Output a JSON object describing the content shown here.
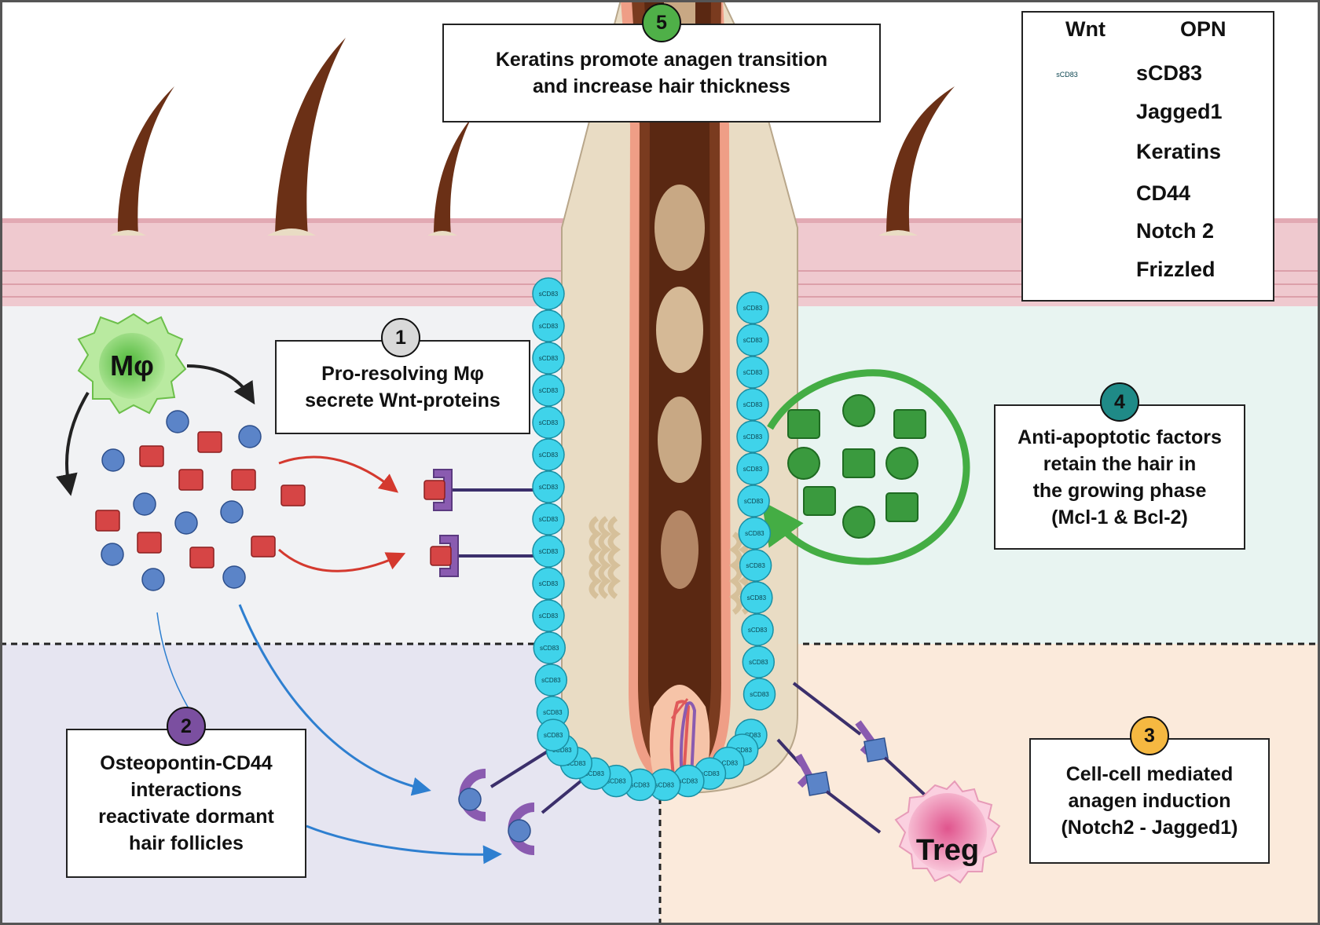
{
  "labels": {
    "macrophage": "Mφ",
    "treg": "Treg",
    "scd83_bead": "sCD83"
  },
  "steps": [
    {
      "num": "1",
      "lines": [
        "Pro-resolving Mφ",
        "secrete Wnt-proteins"
      ],
      "color": "#d9d9d9"
    },
    {
      "num": "2",
      "lines": [
        "Osteopontin-CD44",
        "interactions",
        "reactivate dormant",
        "hair follicles"
      ],
      "color": "#7b4fa0"
    },
    {
      "num": "3",
      "lines": [
        "Cell-cell mediated",
        "anagen induction",
        "(Notch2 - Jagged1)"
      ],
      "color": "#f5b841"
    },
    {
      "num": "4",
      "lines": [
        "Anti-apoptotic factors",
        "retain the hair in",
        "the growing phase",
        "(Mcl-1 & Bcl-2)"
      ],
      "color": "#1f8a87"
    },
    {
      "num": "5",
      "lines": [
        "Keratins promote anagen transition",
        "and increase hair thickness"
      ],
      "color": "#4fb048"
    }
  ],
  "legend": {
    "wnt": "Wnt",
    "opn": "OPN",
    "scd83": "sCD83",
    "jagged1": "Jagged1",
    "keratins": "Keratins",
    "cd44": "CD44",
    "notch2": "Notch 2",
    "frizzled": "Frizzled"
  },
  "colors": {
    "wnt": "#d64545",
    "opn": "#5b84c8",
    "scd83": "#3fd3ea",
    "region_top_left": "#f1f2f4",
    "region_top_right": "#e8f4f1",
    "region_bottom_left": "#e6e5f1",
    "region_bottom_right": "#fbeadb",
    "skin": "#efc9cf",
    "receptor_purple": "#8a5bb0",
    "jagged_blue": "#5b84c8",
    "macrophage_green": "#8fd46a",
    "treg_pink": "#f2a8c5",
    "anti_apoptotic_green": "#3a9a3e",
    "arrow_red": "#d4392e",
    "arrow_blue": "#2e7fd0",
    "arrow_green": "#44ad44"
  }
}
